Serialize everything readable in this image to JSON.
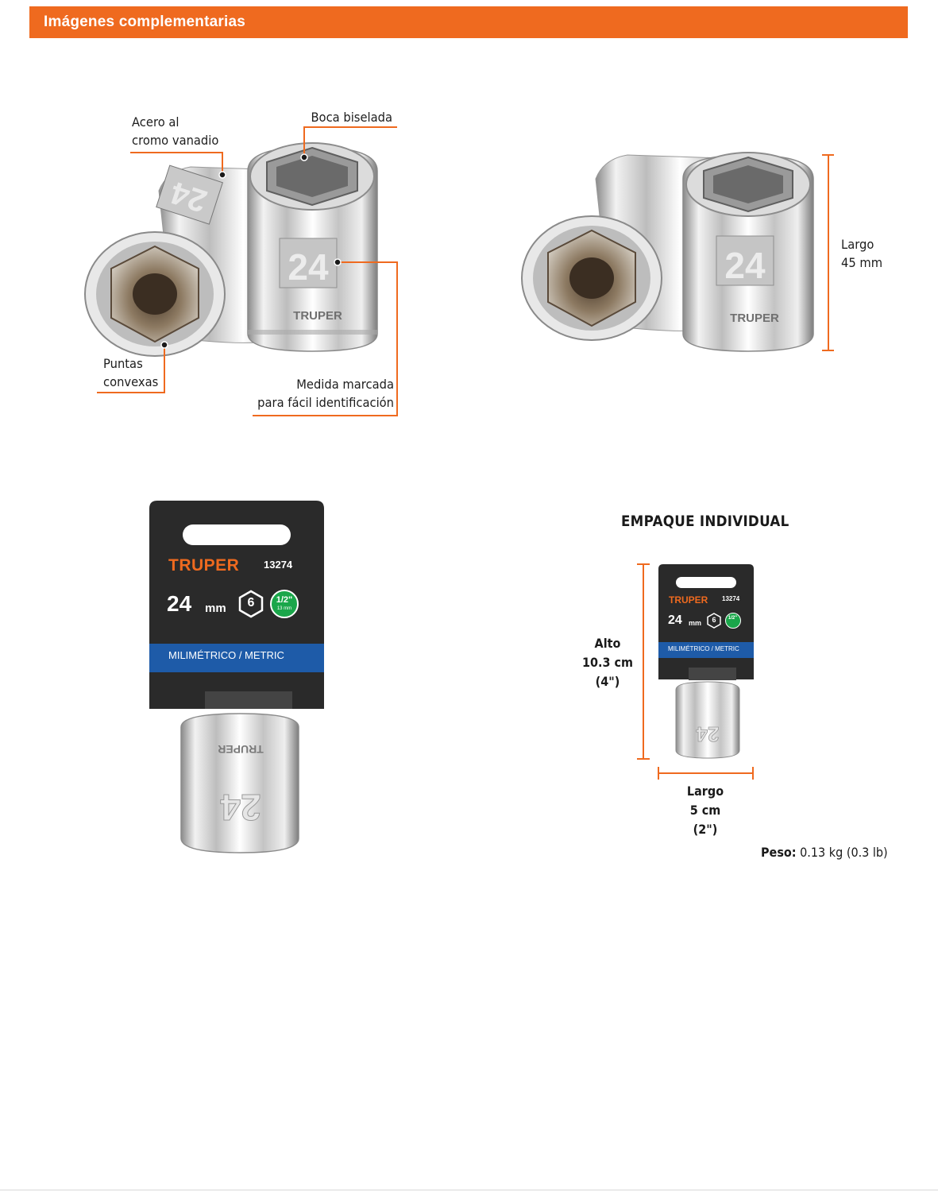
{
  "header": {
    "title": "Imágenes complementarias"
  },
  "features": {
    "acero": "Acero al\ncromo vanadio",
    "boca": "Boca biselada",
    "puntas": "Puntas\nconvexas",
    "medida": "Medida marcada\npara fácil identificación"
  },
  "socket": {
    "size_mark": "24",
    "brand_mark": "TRUPER",
    "side_mark": "24mm"
  },
  "dimension": {
    "largo": "Largo\n45 mm"
  },
  "package": {
    "brand": "TRUPER",
    "model": "13274",
    "size": "24",
    "unit": "mm",
    "points": "6",
    "drive": "1/2\"",
    "drive_mm": "13 mm",
    "system": "MILIMÉTRICO / METRIC"
  },
  "empaque": {
    "title": "EMPAQUE INDIVIDUAL",
    "alto": "Alto\n10.3 cm\n(4\")",
    "largo": "Largo\n5 cm\n(2\")",
    "peso_label": "Peso:",
    "peso_value": " 0.13 kg (0.3 lb)"
  },
  "colors": {
    "accent": "#ef6a1f",
    "card": "#2b2b2b",
    "band": "#1e5ba8",
    "green": "#1aa64a"
  }
}
